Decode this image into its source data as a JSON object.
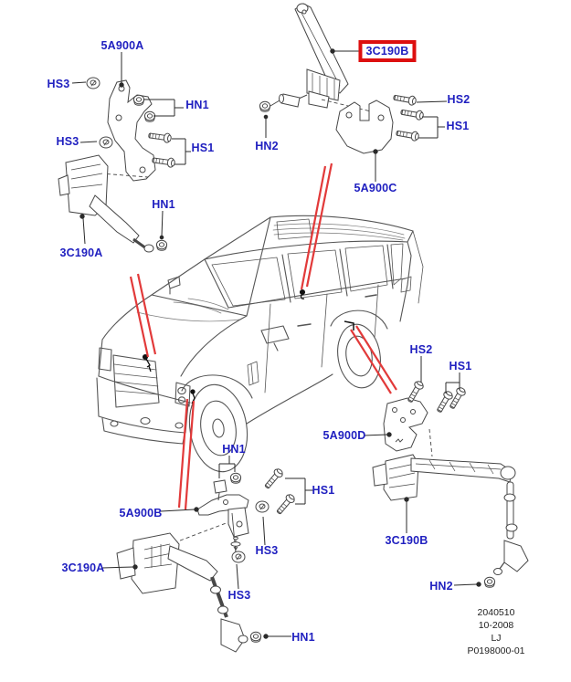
{
  "colors": {
    "label_blue": "#2020c0",
    "highlight_box_red": "#dd0f0f",
    "pointer_line_red": "#e23a3a",
    "line_art_gray": "#4a4a4a",
    "footer_text": "#1f1f1f",
    "background": "#ffffff"
  },
  "labels": [
    {
      "text": "5A900A",
      "highlighted": false
    },
    {
      "text": "HS3",
      "highlighted": false
    },
    {
      "text": "HN1",
      "highlighted": false
    },
    {
      "text": "HS3",
      "highlighted": false
    },
    {
      "text": "HS1",
      "highlighted": false
    },
    {
      "text": "HN1",
      "highlighted": false
    },
    {
      "text": "3C190A",
      "highlighted": false
    },
    {
      "text": "3C190B",
      "highlighted": true
    },
    {
      "text": "HN2",
      "highlighted": false
    },
    {
      "text": "HS2",
      "highlighted": false
    },
    {
      "text": "HS1",
      "highlighted": false
    },
    {
      "text": "5A900C",
      "highlighted": false
    },
    {
      "text": "HS2",
      "highlighted": false
    },
    {
      "text": "HS1",
      "highlighted": false
    },
    {
      "text": "5A900D",
      "highlighted": false
    },
    {
      "text": "3C190B",
      "highlighted": false
    },
    {
      "text": "HN2",
      "highlighted": false
    },
    {
      "text": "HN1",
      "highlighted": false
    },
    {
      "text": "HS1",
      "highlighted": false
    },
    {
      "text": "5A900B",
      "highlighted": false
    },
    {
      "text": "HS3",
      "highlighted": false
    },
    {
      "text": "HS3",
      "highlighted": false
    },
    {
      "text": "3C190A",
      "highlighted": false
    },
    {
      "text": "HN1",
      "highlighted": false
    }
  ],
  "footer": {
    "lines": [
      "2040510",
      "10-2008",
      "LJ",
      "P0198000-01"
    ]
  }
}
